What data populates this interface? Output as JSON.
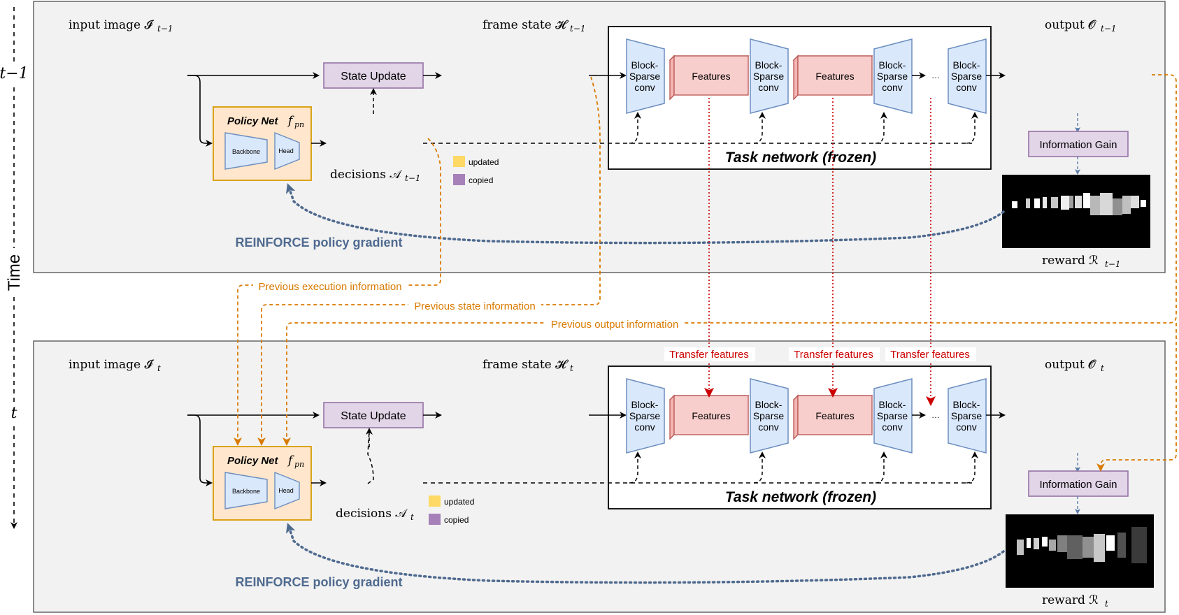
{
  "time": {
    "axis_label": "Time",
    "label_prev": "t−1",
    "label_cur": "t"
  },
  "panels": [
    {
      "input_label": "input image 𝓘",
      "input_sub": "t−1",
      "state_label": "frame state 𝓗",
      "state_sub": "t−1",
      "output_label": "output 𝓞",
      "output_sub": "t−1",
      "decisions_label": "decisions 𝒜",
      "decisions_sub": "t−1",
      "reward_label": "reward ℛ",
      "reward_sub": "t−1"
    },
    {
      "input_label": "input image 𝓘",
      "input_sub": "t",
      "state_label": "frame state 𝓗",
      "state_sub": "t",
      "output_label": "output 𝓞",
      "output_sub": "t",
      "decisions_label": "decisions 𝒜",
      "decisions_sub": "t",
      "reward_label": "reward ℛ",
      "reward_sub": "t"
    }
  ],
  "labels": {
    "state_update": "State Update",
    "policy_net": "Policy Net",
    "policy_fn": "f",
    "policy_fn_sub": "pn",
    "backbone": "Backbone",
    "head": "Head",
    "block1": "Block-",
    "block2": "Sparse",
    "block3": "conv",
    "features": "Features",
    "dots": "…",
    "task_network": "Task network   (frozen)",
    "info_gain": "Information Gain",
    "updated": "updated",
    "copied": "copied",
    "reinforce": "REINFORCE policy gradient",
    "prev_exec": "Previous execution information",
    "prev_state": "Previous state information",
    "prev_output": "Previous output information",
    "transfer": "Transfer features"
  },
  "colors": {
    "panel_bg": "#f2f2f2",
    "state_update_fill": "#e1d5e7",
    "state_update_stroke": "#9673a6",
    "policy_fill": "#ffe6cc",
    "policy_stroke": "#d79b00",
    "block_fill": "#dae8fc",
    "block_stroke": "#6c8ebf",
    "features_fill": "#f8cecc",
    "features_stroke": "#b85450",
    "updated_swatch": "#ffd966",
    "copied_swatch": "#a680b8",
    "orange": "#d97a00",
    "red": "#cc0000",
    "reinforce": "#4f6a8f"
  }
}
